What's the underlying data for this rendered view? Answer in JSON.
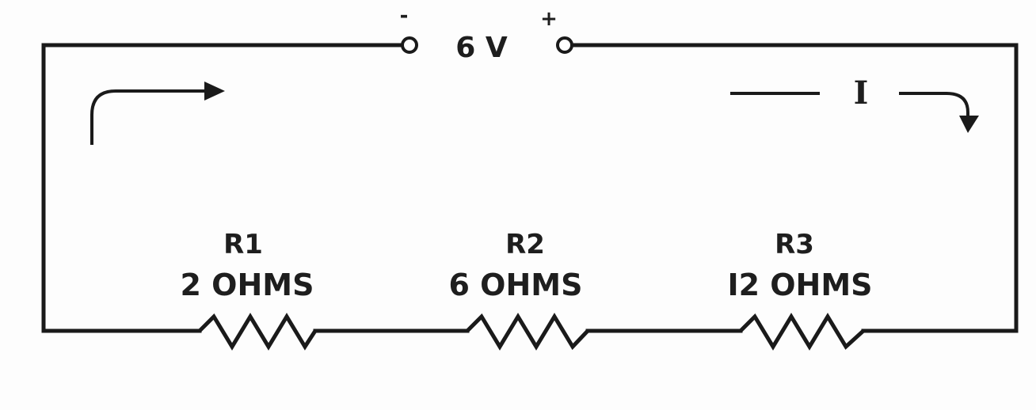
{
  "source": {
    "voltage_label": "6 V",
    "negative_label": "-",
    "positive_label": "+"
  },
  "current": {
    "label": "I"
  },
  "resistors": [
    {
      "name": "R1",
      "value": "2 OHMS"
    },
    {
      "name": "R2",
      "value": "6 OHMS"
    },
    {
      "name": "R3",
      "value": "I2 OHMS"
    }
  ],
  "colors": {
    "line": "#1a1a1a",
    "text": "#1e1e1e",
    "background": "#fdfdfd"
  }
}
